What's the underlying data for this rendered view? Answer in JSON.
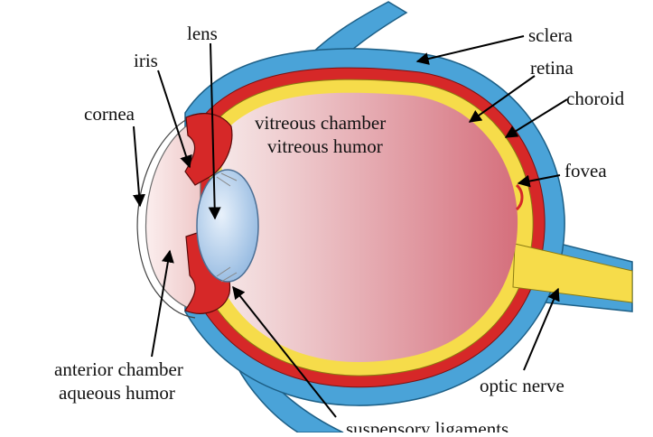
{
  "diagram": {
    "colors": {
      "sclera": "#4aa3d8",
      "choroid": "#d62828",
      "retina": "#f6dc4a",
      "vitreous_light": "#f6e6e6",
      "vitreous_dark": "#d56f7c",
      "lens": "#b6d3ef",
      "optic_nerve": "#f6dc4a",
      "cornea_fill": "#f2d6d6"
    },
    "labels": {
      "lens": "lens",
      "iris": "iris",
      "cornea": "cornea",
      "sclera": "sclera",
      "retina": "retina",
      "choroid": "choroid",
      "fovea": "fovea",
      "vitreous_line1": "vitreous chamber",
      "vitreous_line2": "vitreous humor",
      "anterior_line1": "anterior chamber",
      "anterior_line2": "aqueous humor",
      "optic_nerve": "optic nerve",
      "suspensory": "suspensory ligaments"
    }
  }
}
